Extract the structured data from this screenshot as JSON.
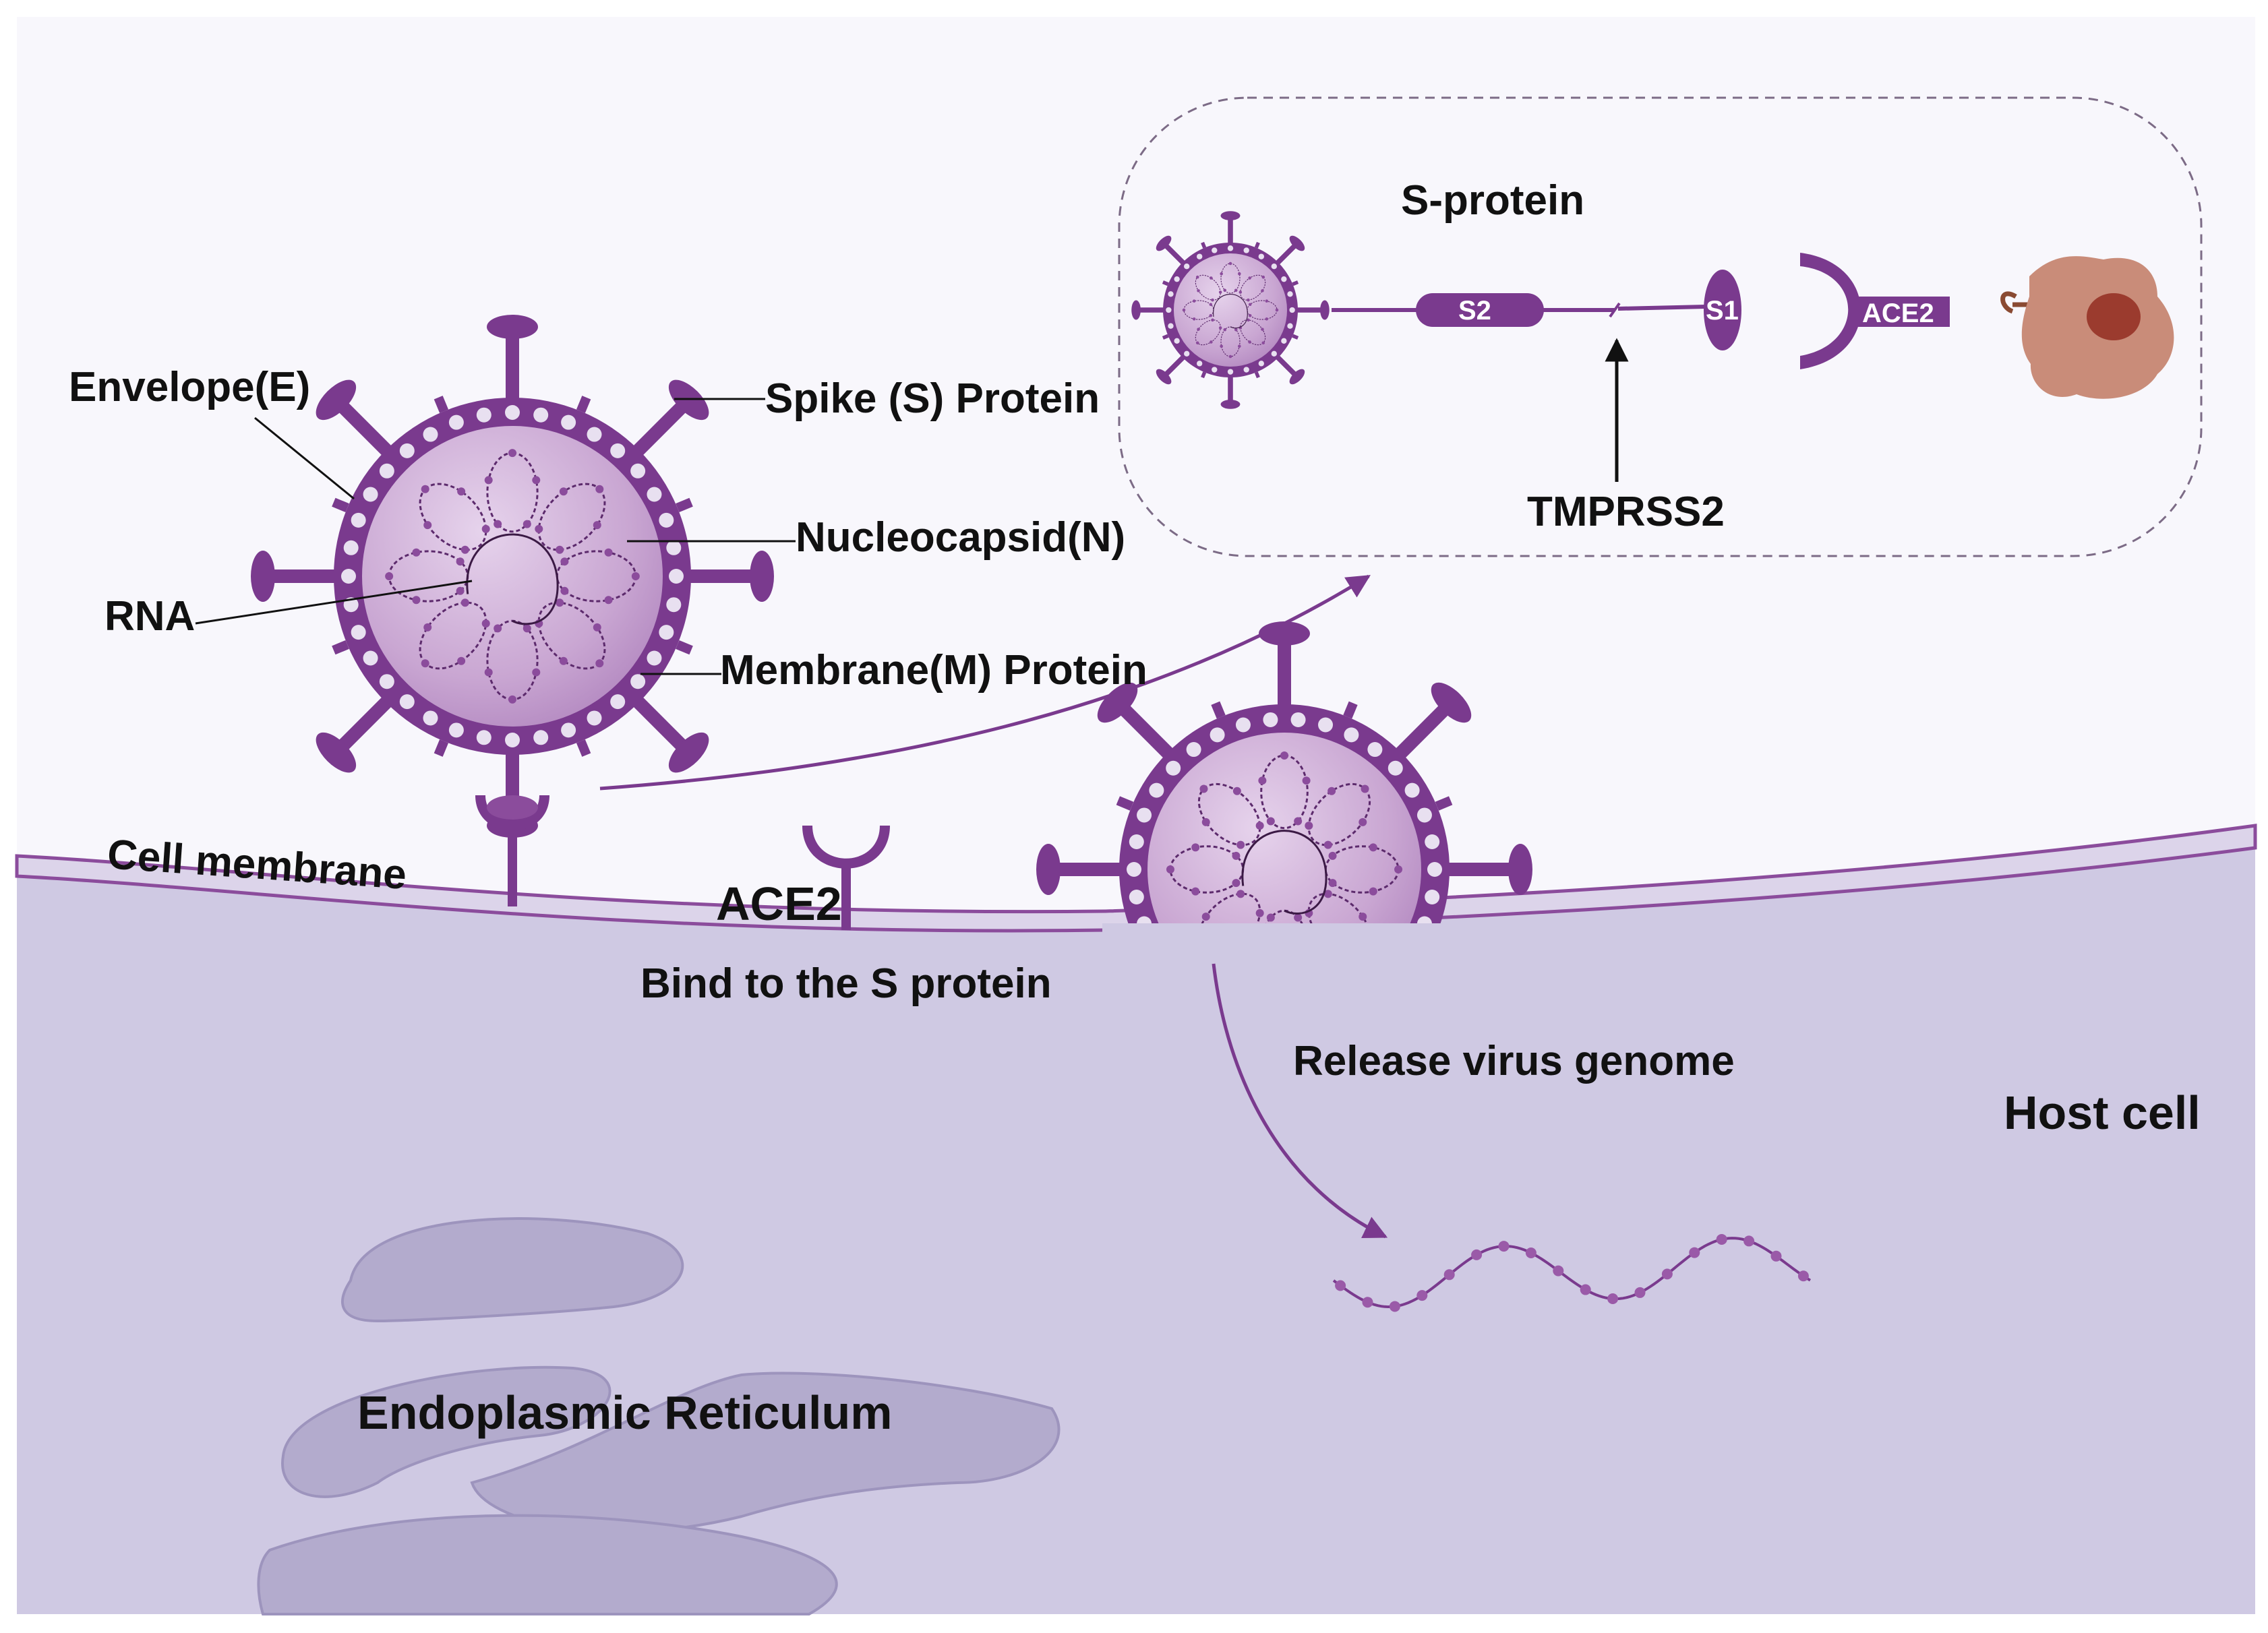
{
  "labels": {
    "envelope": "Envelope(E)",
    "spike": "Spike (S) Protein",
    "nucleocapsid": "Nucleocapsid(N)",
    "rna": "RNA",
    "membrane_protein": "Membrane(M) Protein",
    "cell_membrane": "Cell membrane",
    "ace2": "ACE2",
    "bind": "Bind to the S protein",
    "release": "Release virus genome",
    "host_cell": "Host cell",
    "er": "Endoplasmic Reticulum",
    "s_protein": "S-protein",
    "s2": "S2",
    "s1": "S1",
    "ace2_inset": "ACE2",
    "tmprss2": "TMPRSS2"
  },
  "colors": {
    "virus_dark": "#7a3a8e",
    "virus_mid": "#9a5aa8",
    "virus_core": "#c9a6d2",
    "cell_fill": "#cfc9e3",
    "er_fill": "#b3abcd",
    "membrane_line": "#8b4c9c",
    "host_cell_body": "#c98c79",
    "host_cell_nucleus": "#9b3b2e",
    "receptor_small": "#8a4a32"
  }
}
